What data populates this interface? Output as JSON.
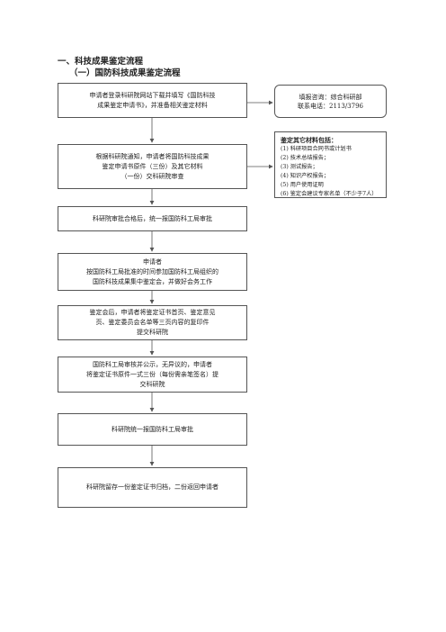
{
  "heading1": "一、科技成果鉴定流程",
  "heading2": "（一）国防科技成果鉴定流程",
  "steps": [
    {
      "lines": [
        "申请者登录科研院网站下载并填写《国防科技",
        "成果鉴定申请书》，并准备相关鉴定材料"
      ]
    },
    {
      "lines": [
        "根据科研院通知，申请者将国防科技成果",
        "鉴定申请书原件（三份）及其它材料",
        "（一份）交科研院审查"
      ]
    },
    {
      "lines": [
        "科研院审批合格后，统一报国防科工局审批"
      ]
    },
    {
      "lines": [
        "申请者",
        "按国防科工局批准的时间参加国防科工局组织的",
        "国防科技成果集中鉴定会，并做好会务工作"
      ]
    },
    {
      "lines": [
        "鉴定会后，申请者将鉴定证书首页、鉴定意见",
        "页、鉴定委员会名单等三页内容的复印件",
        "提交科研院"
      ]
    },
    {
      "lines": [
        "国防科工局审核并公示，无异议的，申请者",
        "将鉴定证书原件一式三份（每份需亲笔签名）提",
        "交科研院"
      ]
    },
    {
      "lines": [
        "科研院统一报国防科工局审批"
      ]
    },
    {
      "lines": [
        "科研院留存一份鉴定证书归档，二份返回申请者"
      ]
    }
  ],
  "consult": {
    "lines": [
      "填报咨询：综合科研部",
      "联系电话：2113/3796"
    ]
  },
  "materials": {
    "title": "鉴定其它材料包括：",
    "items": [
      "(1) 科研项目合同书或计划书",
      "(2) 技术总结报告；",
      "(3) 测试报告；",
      "(4) 知识产权报告；",
      "(5) 用户使用证明",
      "(6) 鉴定会建议专家名单（不少于7人）"
    ]
  }
}
